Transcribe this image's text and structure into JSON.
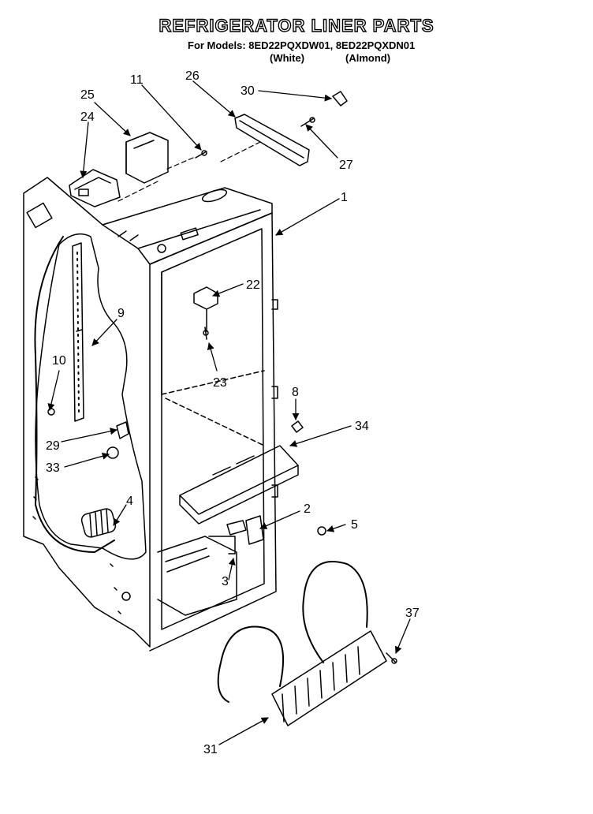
{
  "header": {
    "title": "REFRIGERATOR LINER PARTS",
    "models_line": "For Models: 8ED22PQXDW01, 8ED22PQXDN01",
    "variant_white": "(White)",
    "variant_almond": "(Almond)"
  },
  "callouts": {
    "c1": "1",
    "c2": "2",
    "c3": "3",
    "c4": "4",
    "c5": "5",
    "c8": "8",
    "c9": "9",
    "c10": "10",
    "c11": "11",
    "c22": "22",
    "c23": "23",
    "c24": "24",
    "c25": "25",
    "c26": "26",
    "c27": "27",
    "c29": "29",
    "c30": "30",
    "c31": "31",
    "c33": "33",
    "c34": "34",
    "c37": "37"
  }
}
